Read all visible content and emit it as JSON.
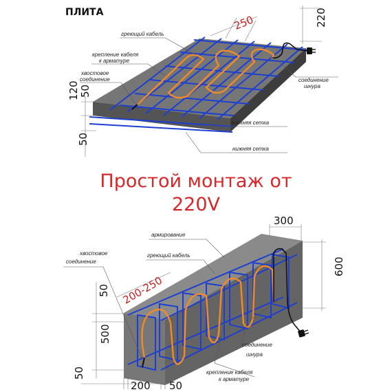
{
  "slab": {
    "title": "ПЛИТА",
    "dim_top": "250",
    "dim_right": "220",
    "dim_total": "120",
    "dim_upper": "50",
    "dim_lower": "50",
    "labels": {
      "heating_cable": "греющий кабель",
      "cable_fixing_1": "крепление кабеля",
      "cable_fixing_2": "к арматуре",
      "tail_1": "хвостовое",
      "tail_2": "соединение",
      "cord_1": "соединение",
      "cord_2": "шнура",
      "upper_mesh": "верхняя сетка",
      "lower_mesh": "нижняя сетка"
    }
  },
  "headline": {
    "line1": "Простой монтаж от",
    "line2": "220V"
  },
  "beam": {
    "dim_top": "300",
    "dim_right": "600",
    "dim_cable_step": "200-250",
    "dim_left_50": "50",
    "dim_left_500": "500",
    "dim_bottom_50": "50",
    "dim_bottom_200": "200",
    "dim_bottom_50b": "50",
    "labels": {
      "reinforcement": "армирование",
      "heating_cable": "греющий кабель",
      "tail_1": "хвостовое",
      "tail_2": "соединение",
      "cord_1": "соединение",
      "cord_2": "шнура",
      "cable_fixing_1": "крепление кабеля",
      "cable_fixing_2": "к арматуре"
    }
  },
  "colors": {
    "concrete_top": "#767676",
    "concrete_side": "#4f4f4f",
    "rebar": "#1d3fd1",
    "cable": "#f08a2a",
    "headline": "#d6282b",
    "dimension_accent": "#c81e1e"
  }
}
